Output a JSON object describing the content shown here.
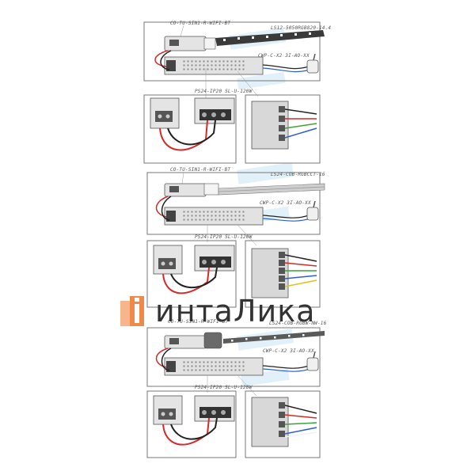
{
  "brand": {
    "name": "интаЛика",
    "colors": {
      "logo_primary": "#f08a4b",
      "logo_secondary": "#f6b58a",
      "text": "#333333",
      "watermark": "#bfe0f2"
    }
  },
  "wire_colors": {
    "red": "#d42a2a",
    "black": "#222222",
    "green": "#3aa43a",
    "blue": "#2a5fd4",
    "yellow": "#e0c21a",
    "white": "#f2f2f2",
    "grey": "#888888"
  },
  "diagrams": [
    {
      "controller_label": "CO-TU-SIN1-R-WIFI-BT",
      "strip_label": "LS12-5050RGB820-14.4",
      "plug_label": "CWP-C-X2 3I-AO-XX",
      "psu_label": "PS24-IP20 SL-U-120W"
    },
    {
      "controller_label": "CO-TU-SIN1-R-WIFI-BT",
      "strip_label": "LS24-COB-RGBCCT-16",
      "plug_label": "CWP-C-X2 3I-AO-XX",
      "psu_label": "PS24-IP20 SL-U-120W"
    },
    {
      "controller_label": "CO-TU-SIN1-R-WIFI-BT",
      "strip_label": "LS24-COB-RGBW-NW-16",
      "plug_label": "CWP-C-X2 3I-AO-XX",
      "psu_label": "PS24-IP20 SL-U-120W"
    }
  ]
}
